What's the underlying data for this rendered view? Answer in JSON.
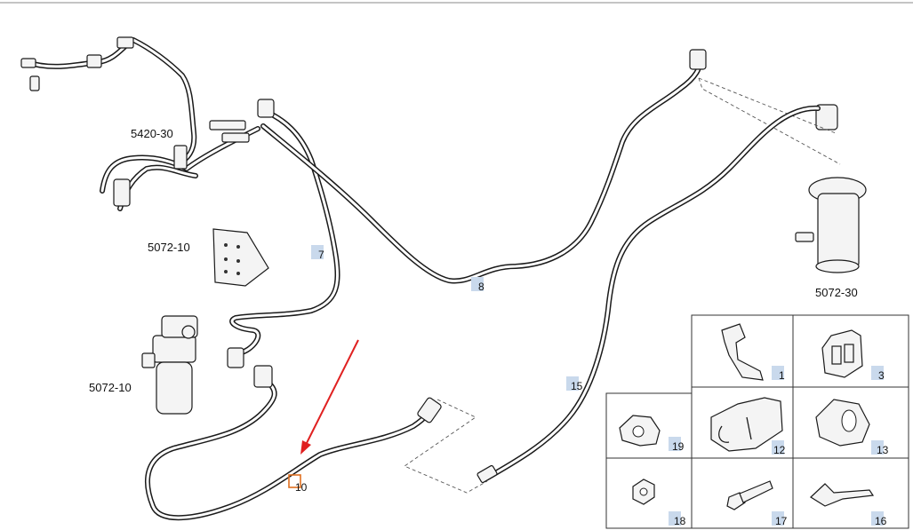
{
  "labels": {
    "assy_5420_30": "5420-30",
    "assy_5072_10_top": "5072-10",
    "assy_5072_10_bottom": "5072-10",
    "assy_5072_30": "5072-30"
  },
  "callouts": {
    "c7": "7",
    "c8": "8",
    "c10": "10",
    "c15": "15",
    "c1": "1",
    "c3": "3",
    "c19": "19",
    "c12": "12",
    "c13": "13",
    "c18": "18",
    "c17": "17",
    "c16": "16"
  },
  "colors": {
    "arrow": "#e02020",
    "highlight": "#e07020",
    "tag": "#c9d9ec"
  }
}
